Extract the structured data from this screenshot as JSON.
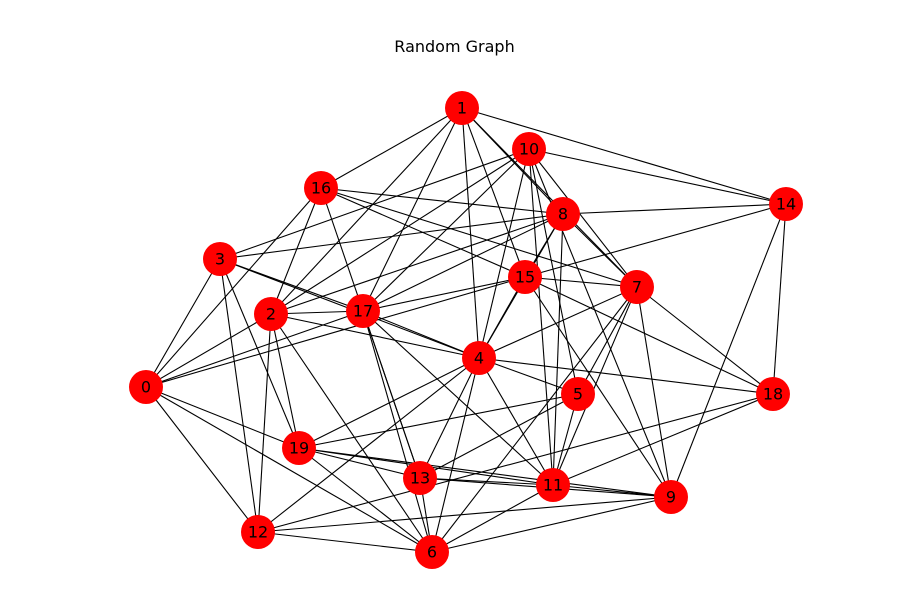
{
  "title": "Random Graph",
  "colors": {
    "node": "#ff0000",
    "edge": "#000000",
    "background": "#ffffff"
  },
  "nodes": [
    "0",
    "1",
    "2",
    "3",
    "4",
    "5",
    "6",
    "7",
    "8",
    "9",
    "10",
    "11",
    "12",
    "13",
    "14",
    "15",
    "16",
    "17",
    "18",
    "19"
  ],
  "edges": [
    [
      "0",
      "3"
    ],
    [
      "0",
      "16"
    ],
    [
      "0",
      "17"
    ],
    [
      "0",
      "15"
    ],
    [
      "0",
      "2"
    ],
    [
      "0",
      "12"
    ],
    [
      "0",
      "19"
    ],
    [
      "0",
      "6"
    ],
    [
      "1",
      "16"
    ],
    [
      "1",
      "2"
    ],
    [
      "1",
      "17"
    ],
    [
      "1",
      "4"
    ],
    [
      "1",
      "8"
    ],
    [
      "1",
      "15"
    ],
    [
      "1",
      "7"
    ],
    [
      "1",
      "14"
    ],
    [
      "2",
      "10"
    ],
    [
      "2",
      "8"
    ],
    [
      "2",
      "16"
    ],
    [
      "2",
      "4"
    ],
    [
      "2",
      "12"
    ],
    [
      "2",
      "19"
    ],
    [
      "2",
      "6"
    ],
    [
      "2",
      "17"
    ],
    [
      "3",
      "10"
    ],
    [
      "3",
      "8"
    ],
    [
      "3",
      "17"
    ],
    [
      "3",
      "4"
    ],
    [
      "3",
      "19"
    ],
    [
      "3",
      "12"
    ],
    [
      "4",
      "7"
    ],
    [
      "4",
      "15"
    ],
    [
      "4",
      "10"
    ],
    [
      "4",
      "8"
    ],
    [
      "4",
      "12"
    ],
    [
      "4",
      "6"
    ],
    [
      "4",
      "18"
    ],
    [
      "4",
      "13"
    ],
    [
      "4",
      "11"
    ],
    [
      "4",
      "5"
    ],
    [
      "4",
      "19"
    ],
    [
      "4",
      "17"
    ],
    [
      "5",
      "7"
    ],
    [
      "5",
      "19"
    ],
    [
      "5",
      "13"
    ],
    [
      "5",
      "11"
    ],
    [
      "6",
      "9"
    ],
    [
      "6",
      "12"
    ],
    [
      "6",
      "11"
    ],
    [
      "6",
      "19"
    ],
    [
      "6",
      "13"
    ],
    [
      "6",
      "7"
    ],
    [
      "6",
      "17"
    ],
    [
      "7",
      "10"
    ],
    [
      "7",
      "15"
    ],
    [
      "7",
      "9"
    ],
    [
      "7",
      "18"
    ],
    [
      "7",
      "11"
    ],
    [
      "7",
      "16"
    ],
    [
      "7",
      "8"
    ],
    [
      "8",
      "14"
    ],
    [
      "8",
      "16"
    ],
    [
      "8",
      "11"
    ],
    [
      "8",
      "15"
    ],
    [
      "8",
      "17"
    ],
    [
      "9",
      "10"
    ],
    [
      "9",
      "14"
    ],
    [
      "9",
      "15"
    ],
    [
      "9",
      "11"
    ],
    [
      "9",
      "12"
    ],
    [
      "9",
      "13"
    ],
    [
      "9",
      "19"
    ],
    [
      "10",
      "14"
    ],
    [
      "10",
      "17"
    ],
    [
      "10",
      "11"
    ],
    [
      "10",
      "5"
    ],
    [
      "11",
      "18"
    ],
    [
      "11",
      "13"
    ],
    [
      "11",
      "17"
    ],
    [
      "11",
      "19"
    ],
    [
      "12",
      "18"
    ],
    [
      "13",
      "17"
    ],
    [
      "13",
      "16"
    ],
    [
      "13",
      "19"
    ],
    [
      "14",
      "15"
    ],
    [
      "14",
      "18"
    ],
    [
      "15",
      "16"
    ],
    [
      "15",
      "18"
    ],
    [
      "15",
      "17"
    ]
  ]
}
